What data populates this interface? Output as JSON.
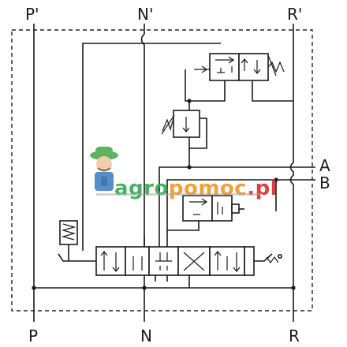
{
  "ports": {
    "p_top": "P'",
    "n_top": "N'",
    "r_top": "R'",
    "p_bottom": "P",
    "n_bottom": "N",
    "r_bottom": "R",
    "a": "A",
    "b": "B"
  },
  "watermark": {
    "brand_part1": "agro",
    "brand_part2": "pomoc",
    "brand_suffix": ".pl",
    "colors": {
      "green": "#2fa84f",
      "orange": "#f29222",
      "red": "#d62828",
      "gray": "#9a9a9a"
    }
  },
  "colors": {
    "line": "#1a1a1a",
    "background": "#ffffff"
  }
}
